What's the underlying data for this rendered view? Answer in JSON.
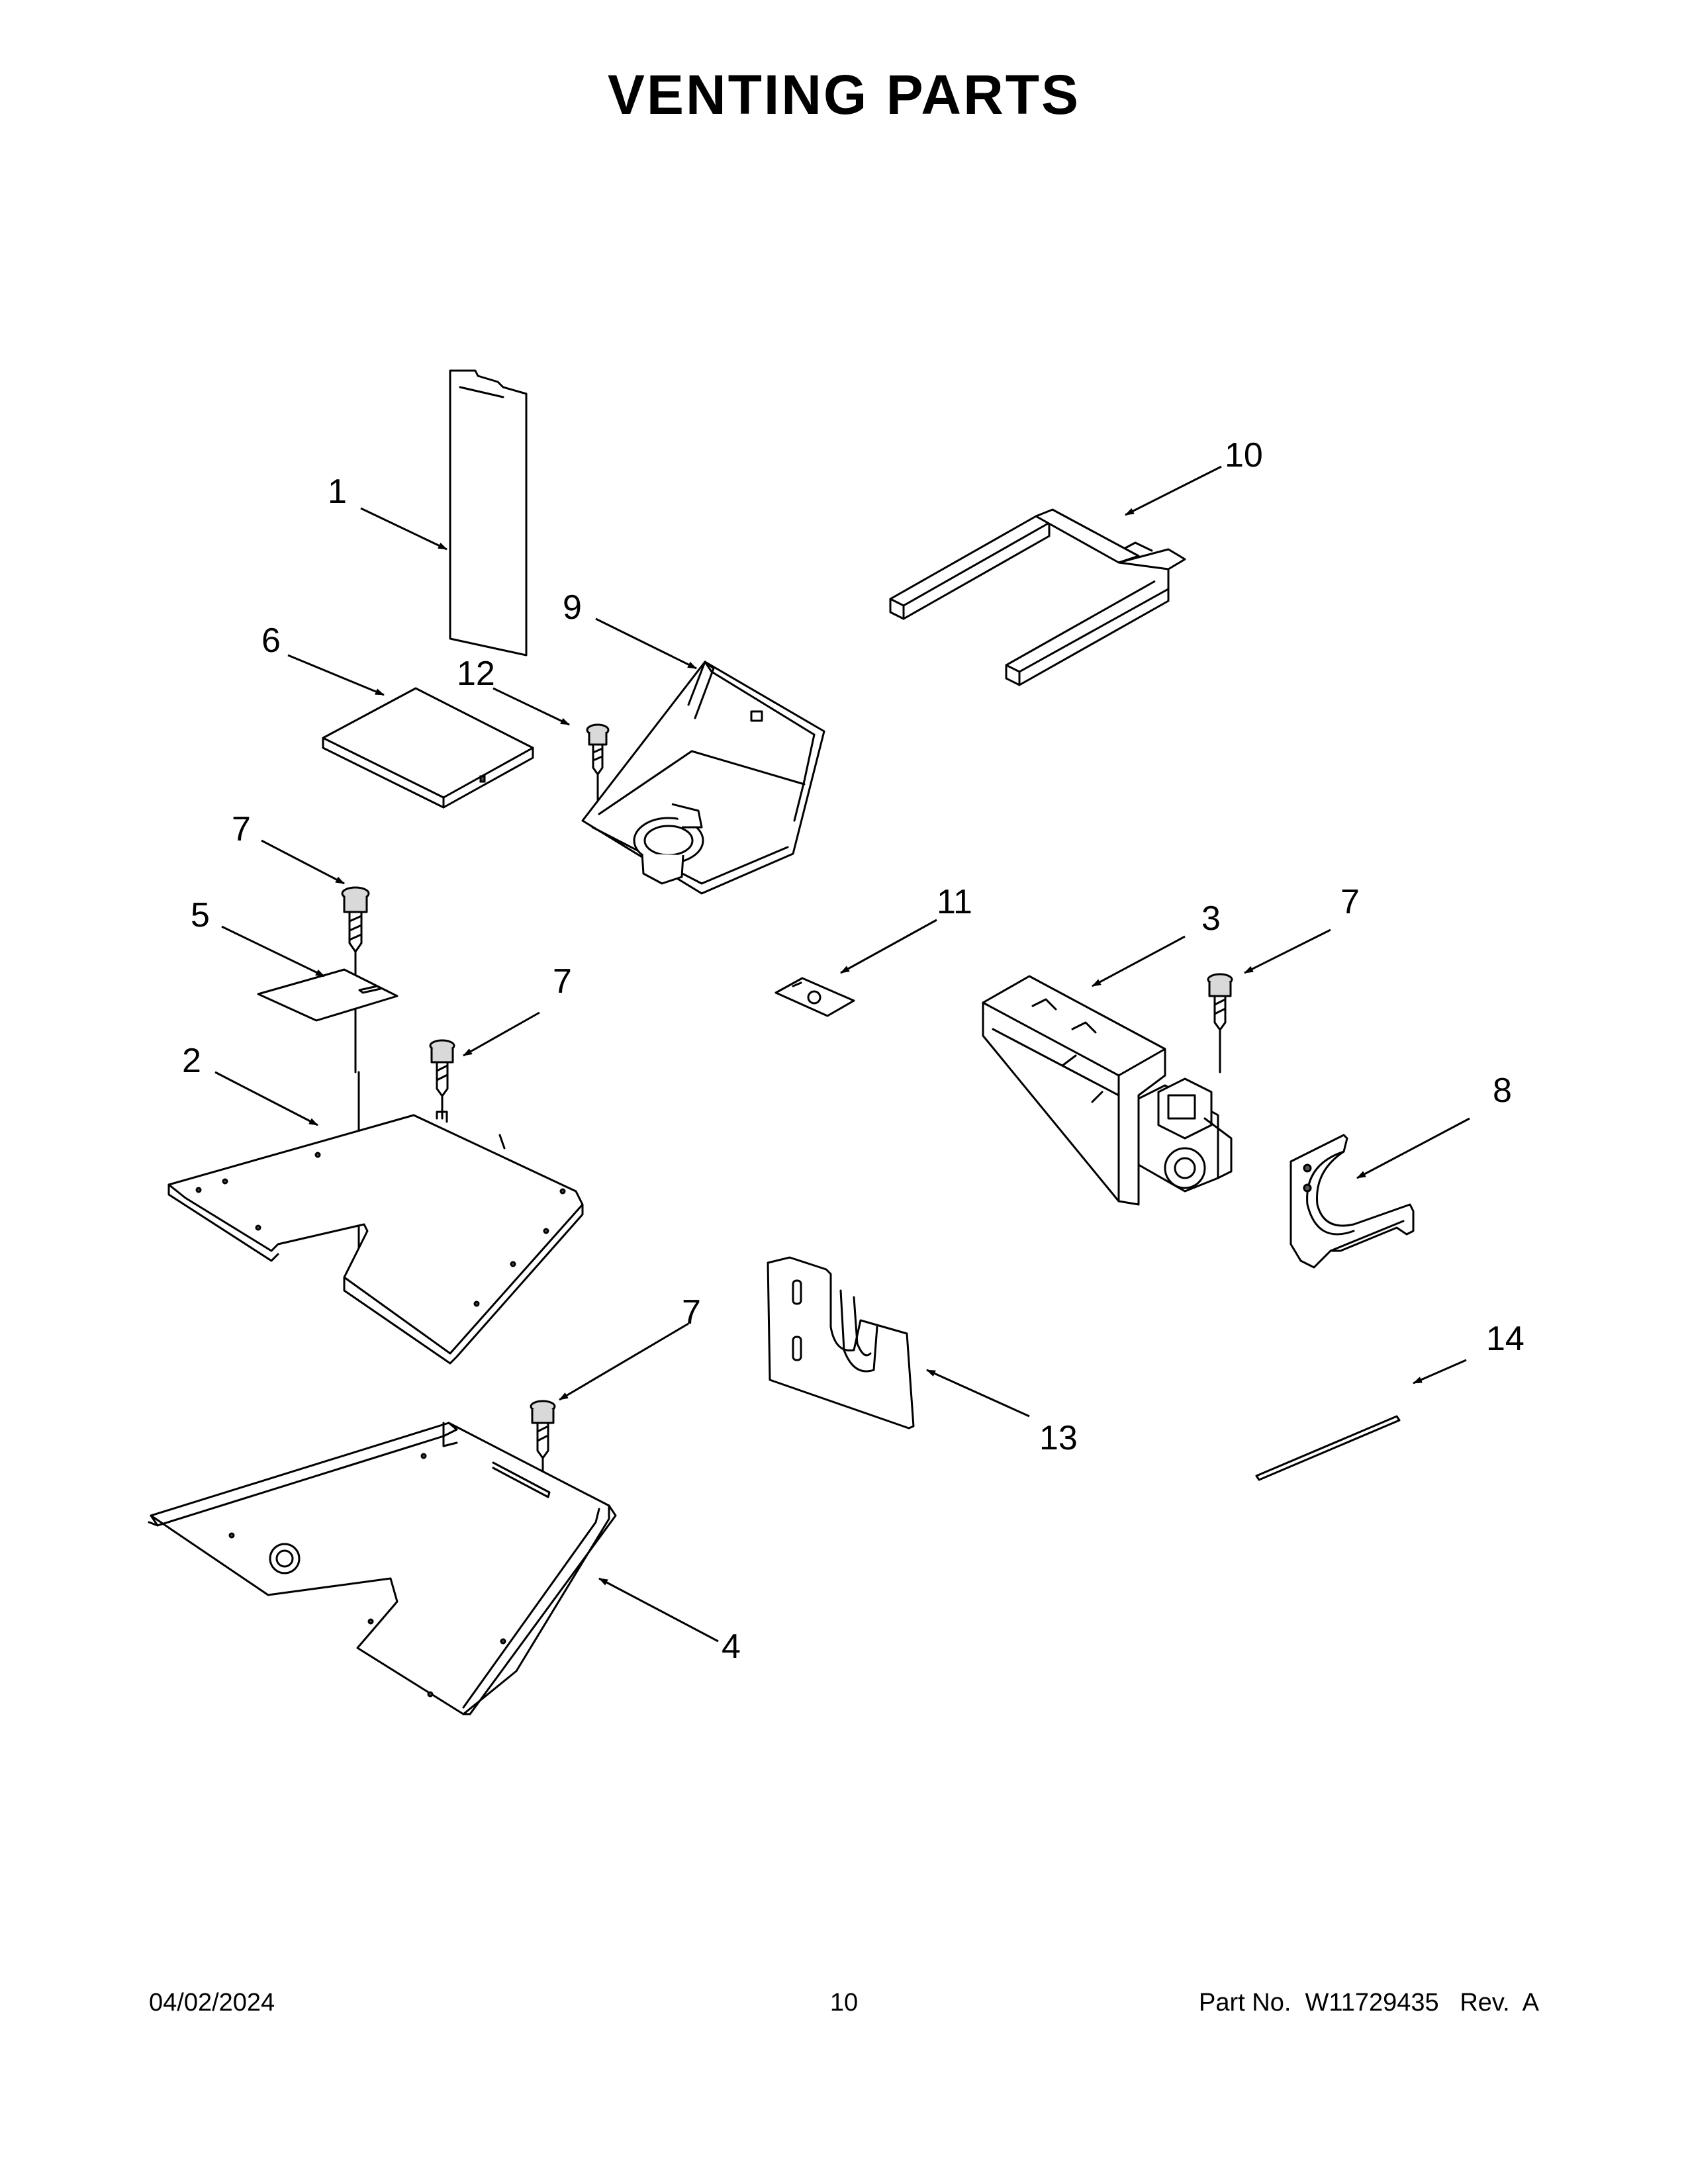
{
  "title": "VENTING PARTS",
  "callouts": {
    "c1": "1",
    "c2": "2",
    "c3": "3",
    "c4": "4",
    "c5": "5",
    "c6": "6",
    "c7a": "7",
    "c7b": "7",
    "c7c": "7",
    "c7d": "7",
    "c8": "8",
    "c9": "9",
    "c10": "10",
    "c11": "11",
    "c12": "12",
    "c13": "13",
    "c14": "14"
  },
  "footer": {
    "date": "04/02/2024",
    "page": "10",
    "part": "Part No.  W11729435   Rev.  A"
  }
}
